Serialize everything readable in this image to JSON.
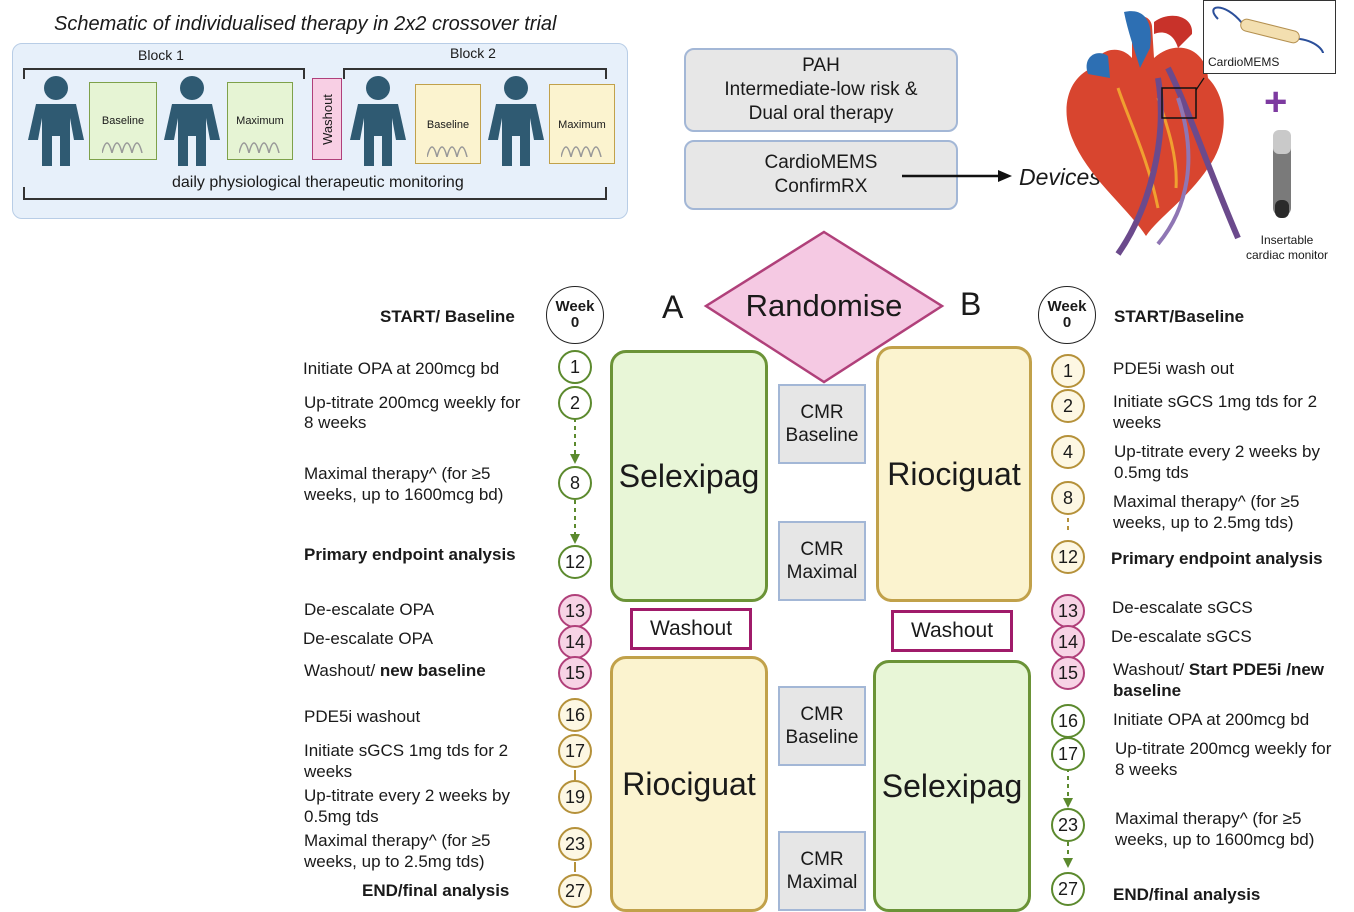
{
  "schematic": {
    "title": "Schematic of individualised therapy in 2x2 crossover trial",
    "block1": "Block 1",
    "block2": "Block 2",
    "baseline": "Baseline",
    "maximum": "Maximum",
    "washout": "Washout",
    "monitoring": "daily physiological therapeutic monitoring"
  },
  "pah_box": [
    "PAH",
    "Intermediate-low risk &",
    "Dual oral therapy"
  ],
  "devices_box": [
    "CardioMEMS",
    "ConfirmRX"
  ],
  "devices_label": "Devices",
  "device_images": {
    "cardiomems": "CardioMEMS",
    "plus": "+",
    "icm": [
      "Insertable",
      "cardiac monitor"
    ]
  },
  "randomise": "Randomise",
  "arm_a": "A",
  "arm_b": "B",
  "week_label": "Week",
  "week_zero": "0",
  "drugs": {
    "selexipag": "Selexipag",
    "riociguat": "Riociguat",
    "washout": "Washout"
  },
  "cmr": {
    "line1": "CMR",
    "baseline": "Baseline",
    "maximal": "Maximal"
  },
  "left_steps": [
    {
      "week": "",
      "text": [
        "START/ Baseline"
      ],
      "bold": true
    },
    {
      "week": "1",
      "text": [
        "Initiate OPA at 200mcg bd"
      ]
    },
    {
      "week": "2",
      "text": [
        "Up-titrate 200mcg weekly for",
        "8 weeks"
      ]
    },
    {
      "week": "8",
      "text": [
        "Maximal therapy^ (for ≥5",
        "weeks, up to 1600mcg bd)"
      ]
    },
    {
      "week": "12",
      "text": [
        "Primary endpoint analysis"
      ],
      "bold": true
    },
    {
      "week": "13",
      "text": [
        "De-escalate OPA"
      ]
    },
    {
      "week": "14",
      "text": [
        "De-escalate OPA"
      ]
    },
    {
      "week": "15",
      "text": [
        "Washout/ ",
        "new baseline"
      ]
    },
    {
      "week": "16",
      "text": [
        "PDE5i washout"
      ]
    },
    {
      "week": "17",
      "text": [
        "Initiate sGCS 1mg tds for 2",
        "weeks"
      ]
    },
    {
      "week": "19",
      "text": [
        "Up-titrate every 2 weeks by",
        "0.5mg tds"
      ]
    },
    {
      "week": "23",
      "text": [
        "Maximal therapy^  (for ≥5",
        "weeks, up to 2.5mg tds)"
      ]
    },
    {
      "week": "27",
      "text": [
        "END/final analysis"
      ],
      "bold": true
    }
  ],
  "right_steps": [
    {
      "week": "",
      "text": [
        "START/Baseline"
      ],
      "bold": true
    },
    {
      "week": "1",
      "text": [
        "PDE5i wash out"
      ]
    },
    {
      "week": "2",
      "text": [
        "Initiate sGCS 1mg tds for 2",
        "weeks"
      ]
    },
    {
      "week": "4",
      "text": [
        "Up-titrate every 2 weeks by",
        "0.5mg tds"
      ]
    },
    {
      "week": "8",
      "text": [
        "Maximal therapy^ (for ≥5",
        "weeks, up to 2.5mg tds)"
      ]
    },
    {
      "week": "12",
      "text": [
        "Primary endpoint analysis"
      ],
      "bold": true
    },
    {
      "week": "13",
      "text": [
        "De-escalate sGCS"
      ]
    },
    {
      "week": "14",
      "text": [
        "De-escalate sGCS"
      ]
    },
    {
      "week": "15",
      "text": [
        "Washout/ ",
        "Start PDE5i /new",
        "baseline"
      ]
    },
    {
      "week": "16",
      "text": [
        "Initiate OPA at 200mcg bd"
      ]
    },
    {
      "week": "17",
      "text": [
        "Up-titrate 200mcg weekly for",
        "8 weeks"
      ]
    },
    {
      "week": "23",
      "text": [
        "Maximal therapy^ (for ≥5",
        "weeks, up to 1600mcg bd)"
      ]
    },
    {
      "week": "27",
      "text": [
        "END/final analysis"
      ],
      "bold": true
    }
  ],
  "colors": {
    "green": "#5c8a2e",
    "gold": "#b5913a",
    "pink": "#b0407a",
    "washout_border": "#a01b6a",
    "randomise_fill": "#f5c9e3"
  }
}
